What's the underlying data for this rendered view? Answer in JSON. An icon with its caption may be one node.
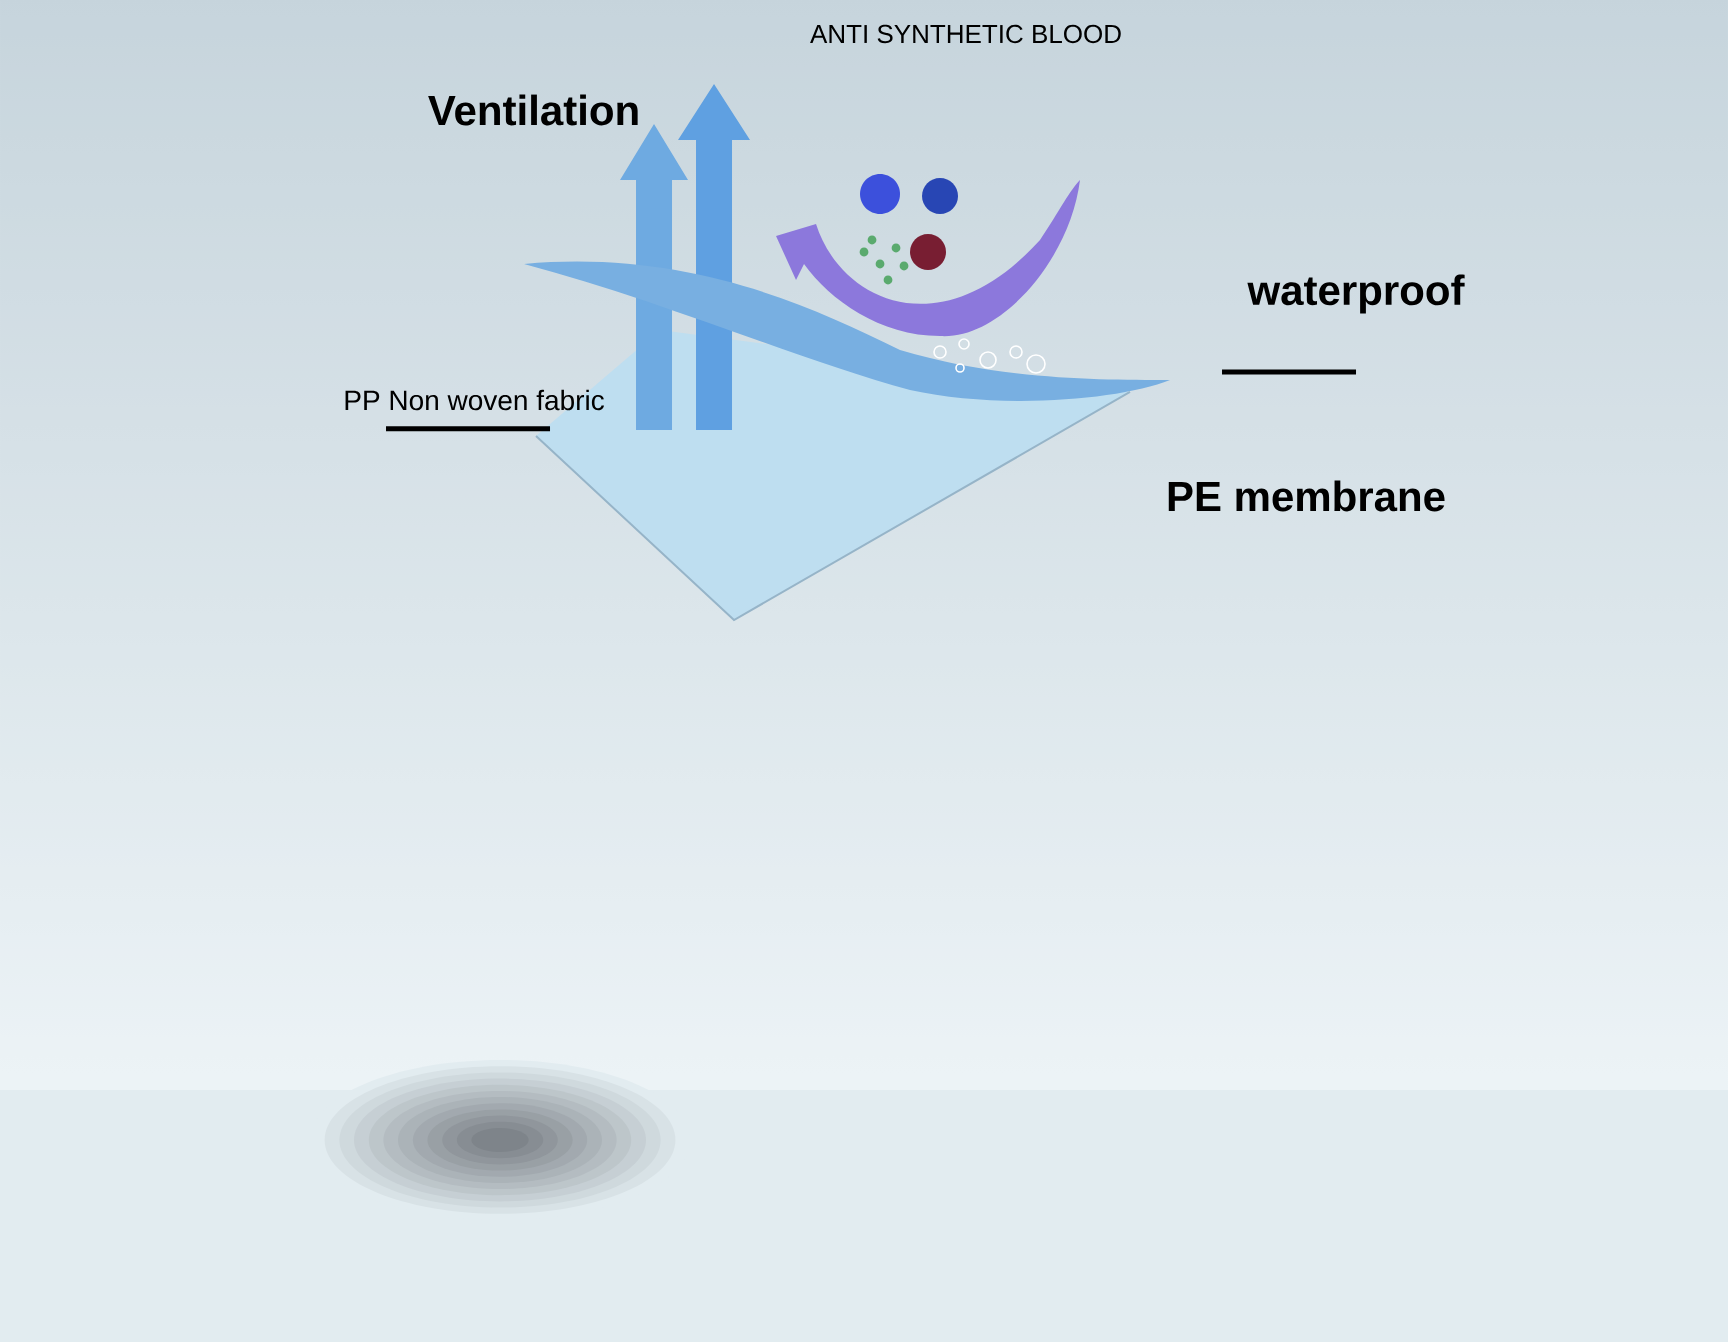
{
  "diagram": {
    "nodes": [
      {
        "text": [
          "PP Non woven fabric"
        ]
      },
      {
        "text": [
          "waterproof"
        ]
      }
    ],
    "edges": [
      {
        "from": 0,
        "to": null,
        "arrow": "none"
      },
      {
        "from": 1,
        "to": null,
        "arrow": "none"
      }
    ],
    "labels": [
      "ANTI SYNTHETIC BLOOD",
      "Ventilation",
      "PE membrane"
    ]
  }
}
